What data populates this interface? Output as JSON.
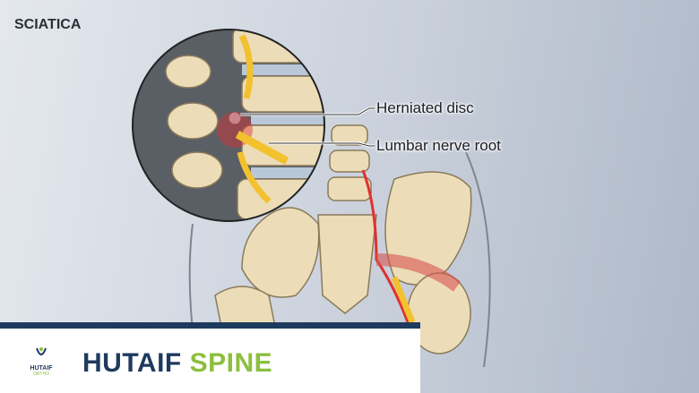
{
  "title": "SCIATICA",
  "labels": {
    "disc": "Herniated disc",
    "nerve": "Lumbar nerve root"
  },
  "footer": {
    "brand_part1": "HUTAIF",
    "brand_part2": "SPINE",
    "logo_text": "HUTAIF",
    "logo_subtext": "ORTHO"
  },
  "colors": {
    "navy": "#1f3a5f",
    "green": "#8bbf3f",
    "bone": "#ecdcb8",
    "nerve": "#f2c12e",
    "inflamed": "#e03030"
  }
}
